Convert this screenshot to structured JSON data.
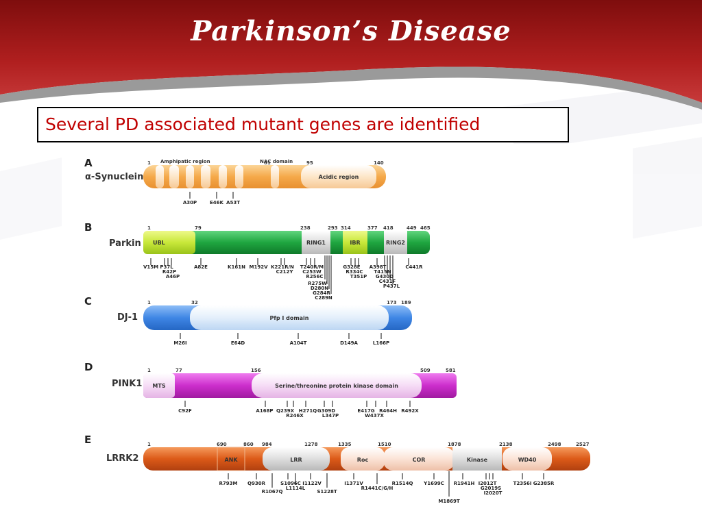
{
  "slide": {
    "title": "Parkinson’s Disease",
    "subtitle": "Several PD associated mutant genes are identified"
  },
  "colors": {
    "header_red": "#a31d1d",
    "subtitle_red": "#c00000"
  },
  "panels": [
    {
      "id": "a",
      "letter": "A",
      "name": "α-Synuclein",
      "positions": [
        "1",
        "61",
        "95",
        "140"
      ],
      "region_labels": [
        "Amphipatic region",
        "NAC domain"
      ],
      "domains": [
        "Acidic region"
      ],
      "mutations": [
        "A30P",
        "E46K",
        "A53T"
      ],
      "colors": {
        "main": "#f7b85c",
        "stripe": "#fde9d0"
      }
    },
    {
      "id": "b",
      "letter": "B",
      "name": "Parkin",
      "positions": [
        "1",
        "79",
        "238",
        "293",
        "314",
        "377",
        "418",
        "449",
        "465"
      ],
      "domains": [
        "UBL",
        "RING1",
        "IBR",
        "RING2"
      ],
      "mutations": [
        "V15M",
        "P37L",
        "R42P",
        "A46P",
        "A82E",
        "K161N",
        "M192V",
        "K221R/N",
        "C212Y",
        "T240R/M",
        "C253W",
        "R256C",
        "R275W",
        "D280N",
        "G284R",
        "C289N",
        "G328E",
        "R334C",
        "T351P",
        "A398T",
        "T415N",
        "G430D",
        "C431F",
        "P437L",
        "C441R"
      ],
      "colors": {
        "main": "#22aa44",
        "ubl": "#b8e04a",
        "ring": "#d0d0d0",
        "ibr": "#d4ec3c"
      }
    },
    {
      "id": "c",
      "letter": "C",
      "name": "DJ-1",
      "positions": [
        "1",
        "32",
        "173",
        "189"
      ],
      "domains": [
        "Pfp I domain"
      ],
      "mutations": [
        "M26I",
        "E64D",
        "A104T",
        "D149A",
        "L166P"
      ],
      "colors": {
        "main": "#4a8fe8",
        "domain": "#e4f0fb"
      }
    },
    {
      "id": "d",
      "letter": "D",
      "name": "PINK1",
      "positions": [
        "1",
        "77",
        "156",
        "509",
        "581"
      ],
      "domains": [
        "MTS",
        "Serine/threonine protein kinase domain"
      ],
      "mutations": [
        "C92F",
        "A168P",
        "Q239X",
        "R246X",
        "H271Q",
        "G309D",
        "L347P",
        "E417G",
        "W437X",
        "R464H",
        "R492X"
      ],
      "colors": {
        "main": "#cc33cc",
        "domain": "#f4d8f4"
      }
    },
    {
      "id": "e",
      "letter": "E",
      "name": "LRRK2",
      "positions": [
        "1",
        "690",
        "860",
        "984",
        "1278",
        "1335",
        "1510",
        "1878",
        "2138",
        "2498",
        "2527"
      ],
      "domains": [
        "ANK",
        "LRR",
        "Roc",
        "COR",
        "Kinase",
        "WD40"
      ],
      "mutations": [
        "R793M",
        "Q930R",
        "R1067Q",
        "S1096C",
        "L1114L",
        "I1122V",
        "S1228T",
        "I1371V",
        "R1441C/G/H",
        "R1514Q",
        "Y1699C",
        "M1869T",
        "R1941H",
        "I2012T",
        "G2019S",
        "I2020T",
        "T2356I",
        "G2385R"
      ],
      "colors": {
        "main": "#dd5a1a",
        "light": "#f8d8c8",
        "grey": "#d8d8d8"
      }
    }
  ]
}
